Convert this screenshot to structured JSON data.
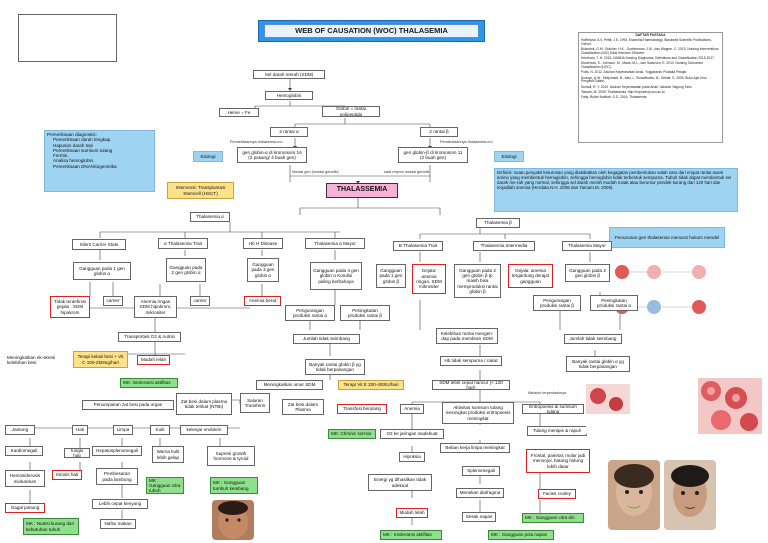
{
  "title": "WEB OF CAUSATION (WOC) THALASEMIA",
  "definition": "Definisi: suatu penyakit keturunan yang diakibatkan oleh kegagalan pembentukan salah satu dari empat rantai asam amino yang membentuk hemoglobin, sehingga hemoglobin tidak terbentuk sempurna. Tubuh tidak dapat membentuk sel darah me-rah yang normal, sehingga sel darah merah mudah rusak atau berumur pendek kurang dari 120 hari dan terjadilah anemia (Herdata.N.H. 2008 dan Tamam.M. 2009).",
  "diagnostic": {
    "heading": "Pemeriksaan diagnostic:",
    "items": [
      "Pemeriksaan darah lengkap",
      "Hapusan darah tepi",
      "Pemeriksaan sumsum tulang",
      "Ferritin.",
      "Analisa hemoglobin.",
      "Pemeriksaan DNA/sitogenetika"
    ]
  },
  "inheritance": "Penurunan gen thalasemia menurut hukum mendel",
  "references": [
    "DAFTAR PUSTAKA",
    "Hoffbrand, A.V. Pettit, J.E. 1993. Essential Haematology. Blackwell Scientific Publications, Oxford.",
    "Bulechek, G.M., Butcher, H.K., Dochterman, J.M., dan Wagner, C. 2013. Nursing Interventions Classification (NIC) Edisi Keenam. Elsevier.",
    "Herdman, T. H. 2015. NANDA Nursing Diagnoses: Definitions and Classification 2015-2017.",
    "Moorhead, S., Johnson, M., Maas, M.L., dan Swanson, E. 2013. Nursing Outcomes Classification (NOC).",
    "Potts, N. 2012. Asuhan Keperawatan Anak. Yogyakarta: Pustaka Pelajar.",
    "Sudoyo, A.W., Setiyohadi, B., Alwi, I., Simadibrata, M., Setiati, S. 2009. Buku Ajar Ilmu Penyakit Dalam.",
    "Suriadi, R. Y. 2010. Asuhan Keperawatan pada Anak. Jakarta: Sagung Seto.",
    "Tamam, M. 2009. Thalassemia. http://repository.usu.ac.id",
    "Fatty, Rulter Nabilah, D.D. 2016. Thalasemia."
  ],
  "nodes": {
    "sel": "Sel darah merah (SDM)",
    "hb": "Hemoglobin",
    "heme": "Heme = Fe",
    "globin": "Globin = rantai polipeptida",
    "ra2": "2 rantai α",
    "rb2": "2 rantai β",
    "etiL": "Etiologi",
    "etiR": "Etiologi",
    "genA": "gen globin-α di kromosom 16 (2 pasang/ 4 buah gen)",
    "genB": "gen globin-β di kromosom 11 (2 buah gen)",
    "thal": "THALASSEMIA",
    "hsct": "Intervensi: Transplantasi Stemcell (HSCT)",
    "ta": "Thalasemia α",
    "tb": "Thalasemia β",
    "scs": "Silent Carrier State",
    "atrait": "α Thalasemia Trait",
    "hbh": "Hb H Disease",
    "amajor": "Thalasemia α Mayor",
    "btrait": "B Thalasemia Trait",
    "bint": "Thalasemia Intermedia",
    "bmajor": "Thalasemia Mayor",
    "g1": "Gangguan pada 1 gen globin α",
    "g2": "Gangguan pada 2 gen globin α",
    "g3": "Gangguan pada 3 gen globin α",
    "g4": "Gangguan pada 4 gen globin α Kondisi paling berbahaya",
    "gb1": "Gangguan pada 1 gen globin β",
    "gejala": "Gejala: anemia ringan, SDM mikrositer",
    "gb2": "Gangguan pada 2 gen globin β tp masih bisa memproduksi rantai globin β",
    "gejala2": "Gejala: anemia tergantung derajat gangguan",
    "gbm": "Gangguan pada 2 gen globin β",
    "tdk": "Tidak terdefinisi gejala : SDM hipokrom",
    "car1": "carrier",
    "ar": "Anemia ringan SDM hipokrom, mikrositer",
    "car2": "carrier",
    "ab": "Anemia berat",
    "pen1": "Pengurangan produksi rantai α",
    "ping1": "Peningkatan produksi rantai β",
    "pen2": "Pengurangan produksi rantai β",
    "ping2": "Peningkatan produksi rantai α",
    "o2": "Transportasi O2 & nutrisi",
    "jt1": "Jumlah tidak seimbang",
    "jt2": "Jumlah tidak seimbang",
    "kel": "Kelebihan rantai mengen-dap pada membran SDM",
    "ban1": "Banyak rantai globin β yg tidak berpasangan",
    "ban2": "Banyak rantai globin α yg tidak berpasangan",
    "hbts": "Hb tidak sempurna / cakat",
    "mudah": "Mudah lelah",
    "mek": "Meningkatkan ek-skresi kelebihan besi",
    "terapi": "Terapi kelasi besi + Vit C 100-250mg/hari",
    "mki": "MK: Intoleransi aktifitas",
    "umur": "Meningkatkan umur SDM",
    "vite": "Terapi Vit E 200-400IU/hari",
    "sdm": "SDM lebih cepat hancur (< 120 hari)",
    "mel": "Melanin terpentasimya",
    "zat": "Zat besi dalam plasma tidak terikat (NTBI)",
    "sel2": "Saluran Transferin",
    "zatp": "Zat besi dalam Plasma",
    "anemia": "Anemia",
    "akt": "Aktivitas sumsum tulang meningkat produksi eritropoesis meningkat",
    "erit": "Eritropoesis di sumsum tulang",
    "pen": "Penumpukan zat besi pada organ",
    "tb2": "Transfusi berulang",
    "kron": "MK: Chronic sorrow",
    "o2j": "O2 ke jaringan inadekuat",
    "tul": "Tulang menipis & rapuh",
    "jant": "Jantung",
    "hati": "Hati",
    "limpa": "Limpa",
    "kulit": "Kulit",
    "kel2": "kelenjar endokrin",
    "bekerja": "Beban kerja limpa meningkat",
    "front": "Frontal, parietal, molar jadi menonjol, batang hidung lebih datar",
    "kard": "Kardiomegali",
    "fung": "fungsi hati",
    "hep": "Hepatosplenomegali",
    "warna": "Warna kulit lebih gelap",
    "supresi": "Supresi growth hormone & tyroid",
    "hip": "Hipoksia",
    "spl": "Splenomegali",
    "hemo": "Hemosiderosis miokardum",
    "sir": "Sirosis hati",
    "pem": "Pembesaran pada lambung",
    "mkc": "MK : Gangguan citra tubuh",
    "mkt": "MK : Gangguan tumbuh kembang",
    "energi": "Energi yg dihasilkan tidak adekuat",
    "mend": "Menekan diafragma",
    "facies": "Facies cooley",
    "gagal": "Gagal jantung",
    "lebih": "Lebih cepat kenyang",
    "nafsu": "Nafsu makan",
    "mudah2": "Mudah lelah",
    "sesak": "Sesak napas",
    "mkcd": "MK : Gangguan citra diri",
    "mkn": "MK : Nutrisi kurang dari kebutuhan tubuh",
    "mkint": "MK : Intoleransi aktifitas",
    "mkpola": "MK : Gangguan pola napas"
  },
  "labels": {
    "del1": "Penderitaannya thalasemia-mu",
    "del2": "Penderitaannya thalasemia-mu",
    "mut1": "Mutasi gen (mutasi genetik)",
    "mut2": "saat respon mutasi genetik"
  }
}
